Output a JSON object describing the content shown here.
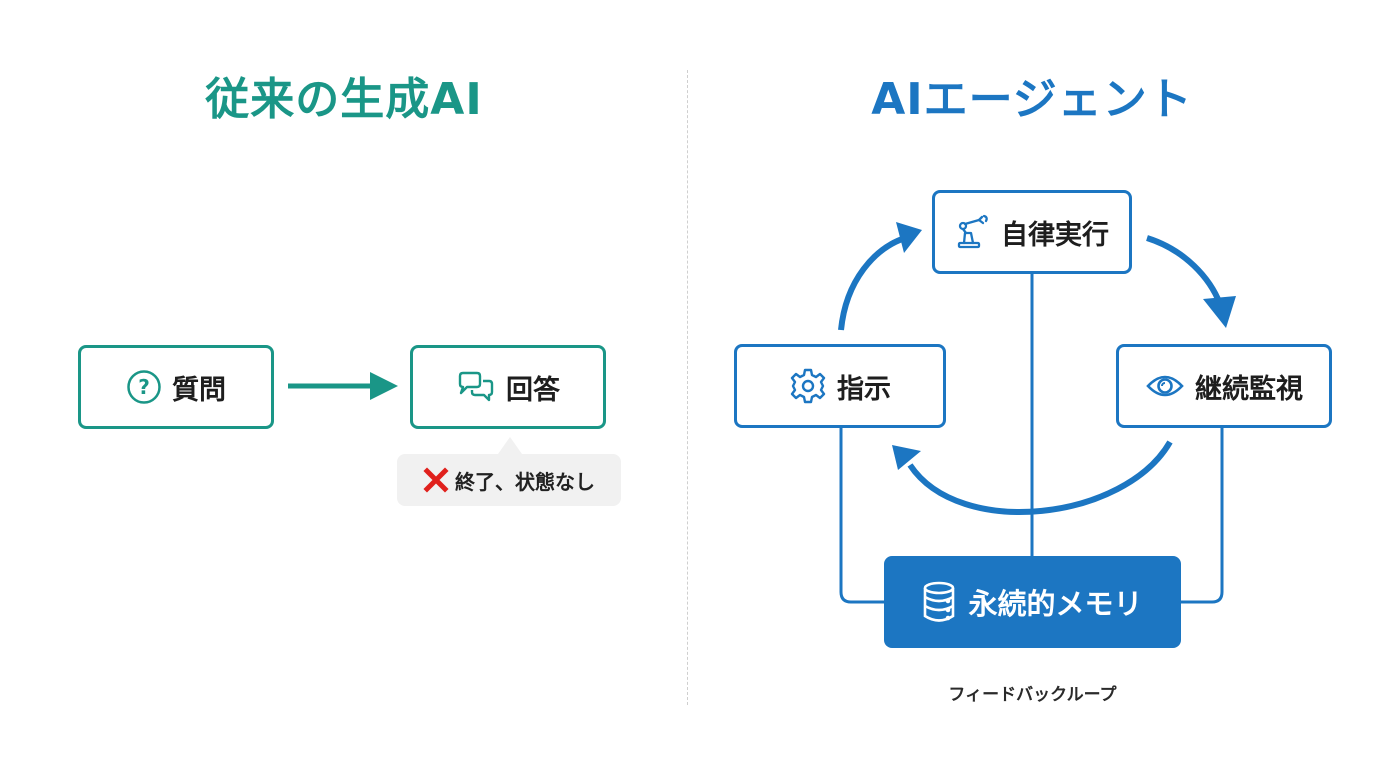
{
  "colors": {
    "teal": "#1a9687",
    "blue": "#1c76c2",
    "text": "#1e1e1e",
    "cross": "#e0201c",
    "callout_bg": "#f1f1f1",
    "divider": "#cfcfcf"
  },
  "left": {
    "title": "従来の生成AI",
    "question": {
      "label": "質問",
      "icon": "question-circle-icon"
    },
    "answer": {
      "label": "回答",
      "icon": "chat-bubbles-icon"
    },
    "arrow": "arrow-right",
    "callout": {
      "icon": "red-cross-icon",
      "text": "終了、状態なし"
    }
  },
  "right": {
    "title": "AIエージェント",
    "nodes": {
      "execute": {
        "label": "自律実行",
        "icon": "robot-arm-icon"
      },
      "instruct": {
        "label": "指示",
        "icon": "gear-icon"
      },
      "monitor": {
        "label": "継続監視",
        "icon": "eye-icon"
      },
      "memory": {
        "label": "永続的メモリ",
        "icon": "database-icon"
      }
    },
    "cycle": [
      "指示",
      "自律実行",
      "継続監視",
      "指示"
    ],
    "caption": "フィードバックループ"
  }
}
